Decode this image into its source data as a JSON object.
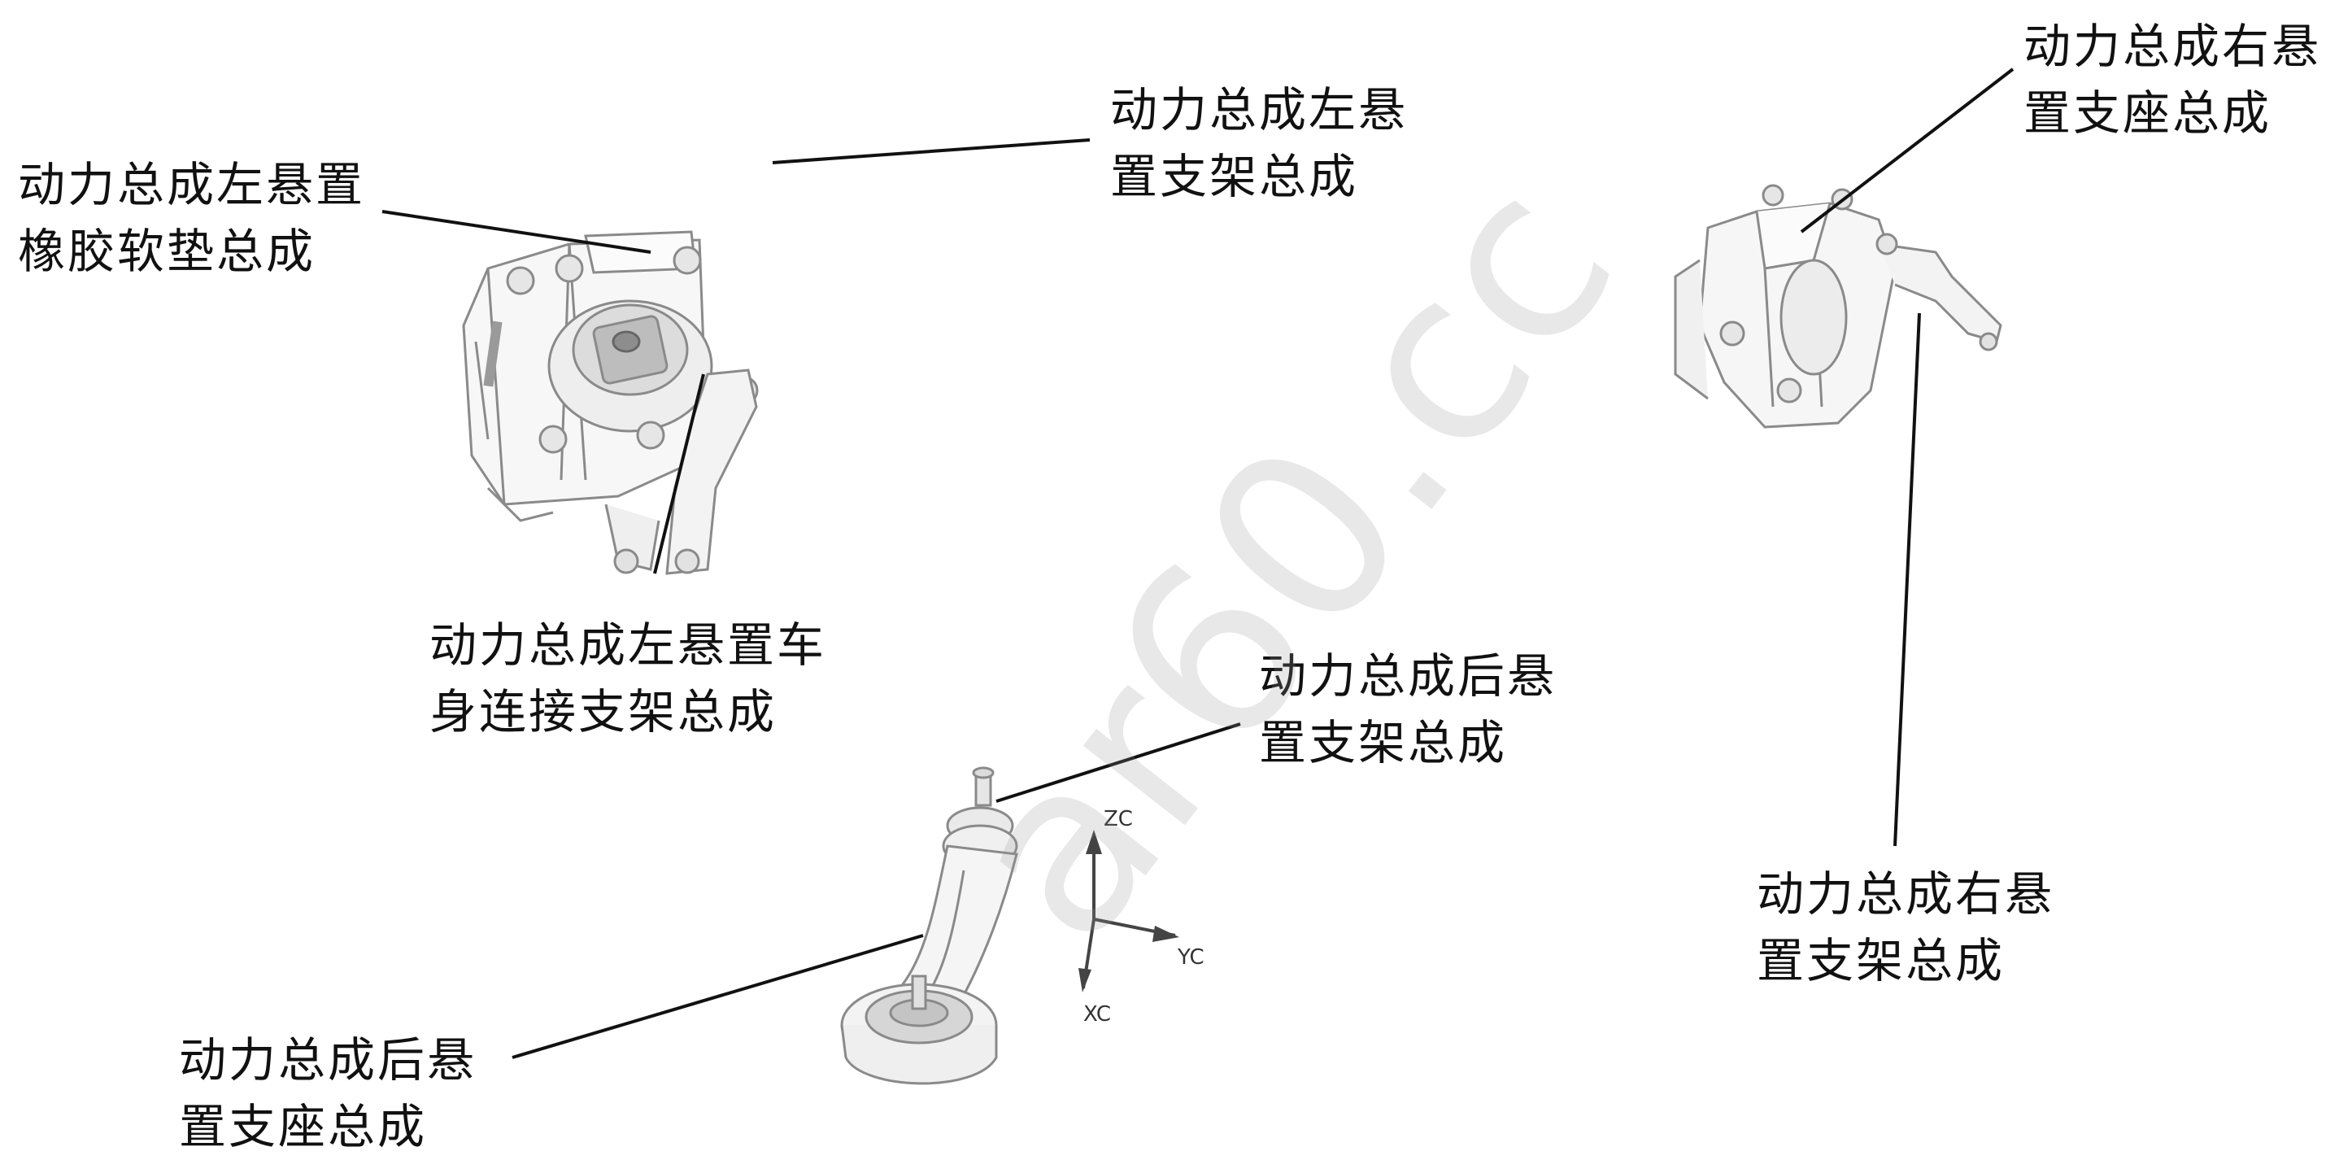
{
  "labels": {
    "left_bracket": [
      "动力总成左悬",
      "置支架总成"
    ],
    "left_rubber_pad": [
      "动力总成左悬置",
      "橡胶软垫总成"
    ],
    "left_body_bracket": [
      "动力总成左悬置车",
      "身连接支架总成"
    ],
    "right_seat": [
      "动力总成右悬",
      "置支座总成"
    ],
    "right_bracket": [
      "动力总成右悬",
      "置支架总成"
    ],
    "rear_bracket": [
      "动力总成后悬",
      "置支架总成"
    ],
    "rear_seat": [
      "动力总成后悬",
      "置支座总成"
    ]
  },
  "axes": {
    "z": "ZC",
    "y": "YC",
    "x": "XC"
  },
  "watermark": "ar60.cc",
  "colors": {
    "text": "#111111",
    "line": "#111111",
    "part_stroke": "#8a8a8a",
    "watermark": "#c9c9c9"
  }
}
